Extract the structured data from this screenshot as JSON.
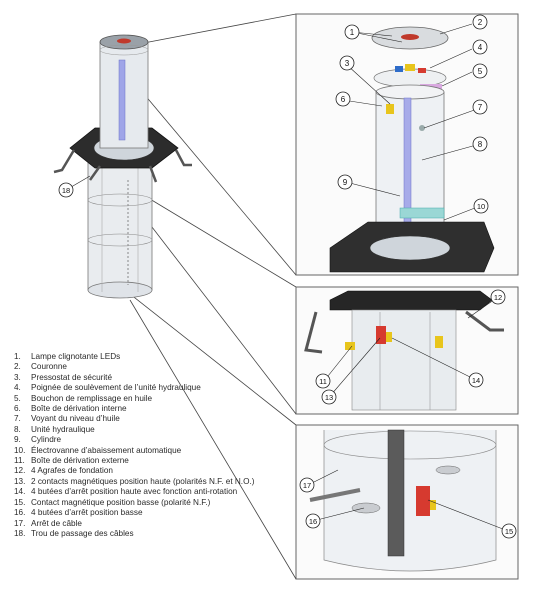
{
  "callouts": [
    "1",
    "2",
    "3",
    "4",
    "5",
    "6",
    "7",
    "8",
    "9",
    "10",
    "11",
    "12",
    "13",
    "14",
    "15",
    "16",
    "17",
    "18"
  ],
  "legend": [
    {
      "num": "1.",
      "text": "Lampe clignotante LEDs"
    },
    {
      "num": "2.",
      "text": "Couronne"
    },
    {
      "num": "3.",
      "text": "Pressostat de sécurité"
    },
    {
      "num": "4.",
      "text": "Poignée de soulèvement de l’unité hydraulique"
    },
    {
      "num": "5.",
      "text": "Bouchon de remplissage en huile"
    },
    {
      "num": "6.",
      "text": "Boîte de dérivation interne"
    },
    {
      "num": "7.",
      "text": "Voyant du niveau d’huile"
    },
    {
      "num": "8.",
      "text": "Unité hydraulique"
    },
    {
      "num": "9.",
      "text": "Cylindre"
    },
    {
      "num": "10.",
      "text": "Électrovanne d’abaissement automatique"
    },
    {
      "num": "11.",
      "text": "Boîte de dérivation externe"
    },
    {
      "num": "12.",
      "text": "4 Agrafes de fondation"
    },
    {
      "num": "13.",
      "text": "2 contacts magnétiques position haute (polarités N.F. et N.O.)"
    },
    {
      "num": "14.",
      "text": "4 butées d’arrêt position haute avec fonction anti-rotation"
    },
    {
      "num": "15.",
      "text": "Contact magnétique position basse (polarité N.F.)"
    },
    {
      "num": "16.",
      "text": "4 butées d’arrêt position basse"
    },
    {
      "num": "17.",
      "text": "Arrêt de câble"
    },
    {
      "num": "18.",
      "text": "Trou de passage des câbles"
    }
  ]
}
